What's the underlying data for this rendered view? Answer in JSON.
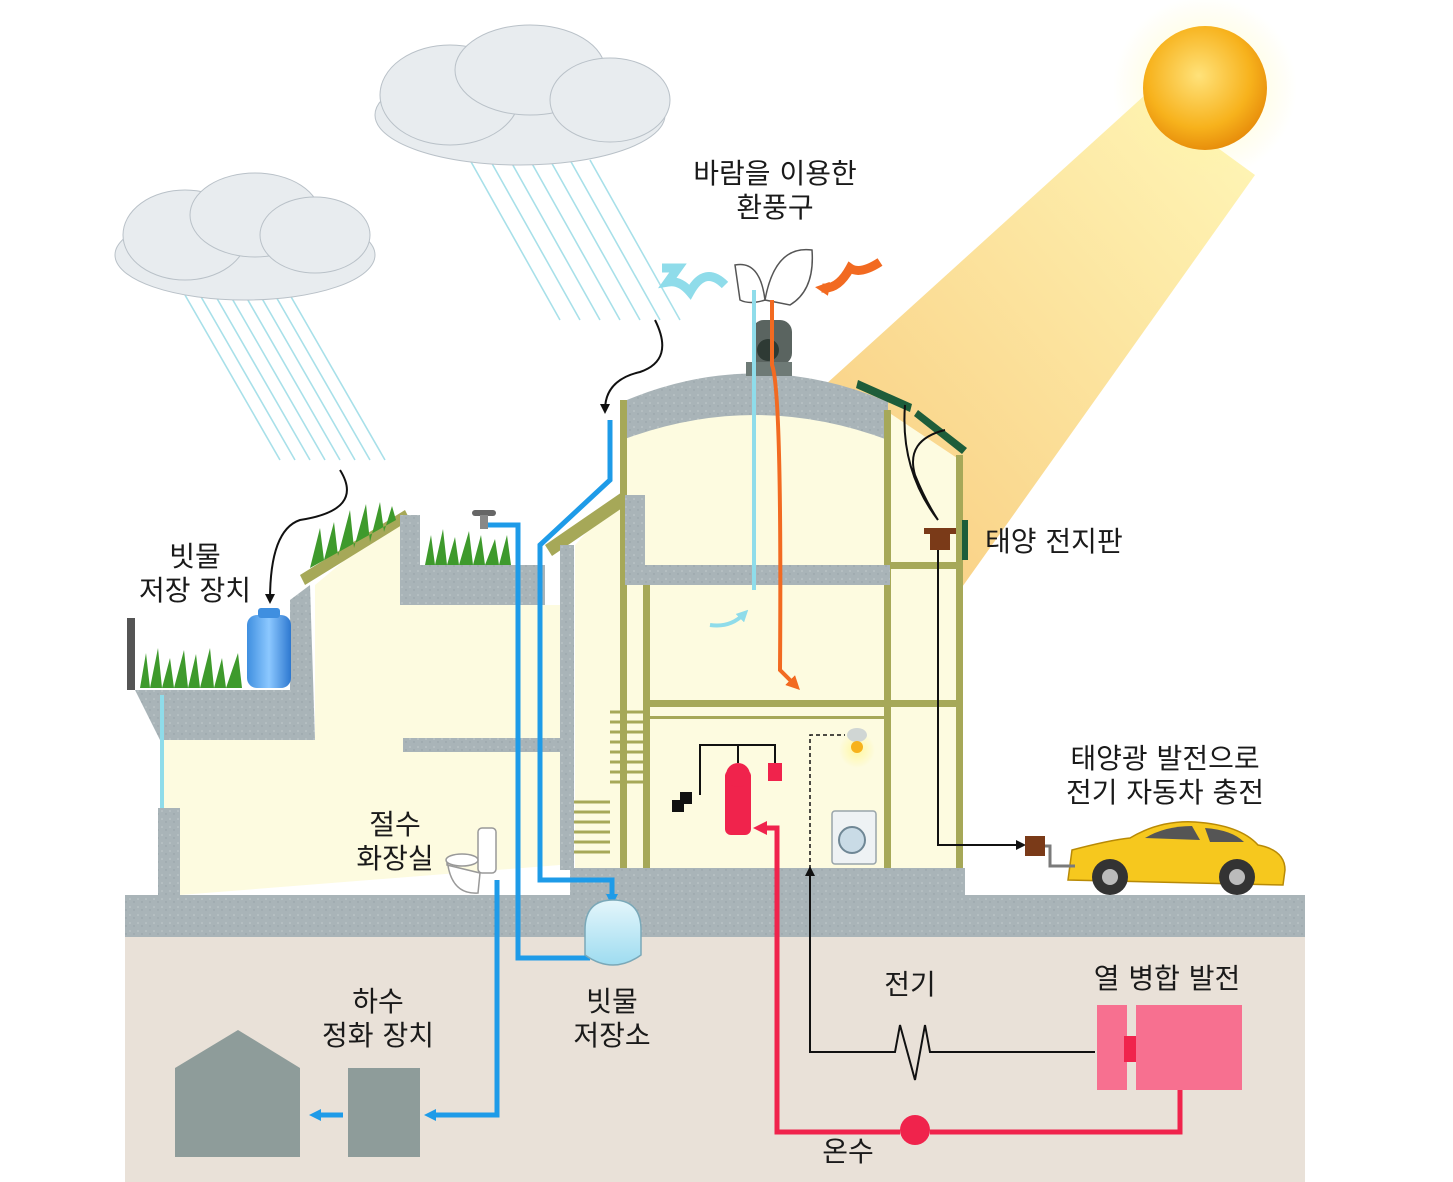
{
  "labels": {
    "wind_vent": [
      "바람을 이용한",
      "환풍구"
    ],
    "rain_storage_device": [
      "빗물",
      "저장 장치"
    ],
    "solar_panel": "태양 전지판",
    "solar_car": [
      "태양광 발전으로",
      "전기 자동차 충전"
    ],
    "water_saving_toilet": [
      "절수",
      "화장실"
    ],
    "sewage_treatment": [
      "하수",
      "정화 장치"
    ],
    "rainwater_reservoir": [
      "빗물",
      "저장소"
    ],
    "electricity": "전기",
    "chp": "열 병합 발전",
    "hot_water": "온수"
  },
  "colors": {
    "wall": "#fdfbe0",
    "frame": "#a6a858",
    "concrete": "#a9b4b8",
    "ground": "#e9e1d8",
    "water_blue": "#1e9be8",
    "light_blue": "#8fdcea",
    "hot_red": "#f0234c",
    "air_orange": "#f26a21",
    "chp_pink": "#f77090",
    "car_yellow": "#f6c81e",
    "solar_panel": "#1e5d3a",
    "sun": "#f7b21c"
  },
  "icons": [
    "cloud-icon",
    "sun-icon",
    "wind-turbine-icon",
    "solar-panel-icon",
    "rain-tank-icon",
    "toilet-icon",
    "washing-machine-icon",
    "lamp-icon",
    "boiler-icon",
    "car-icon",
    "plant-icon",
    "plug-icon"
  ]
}
